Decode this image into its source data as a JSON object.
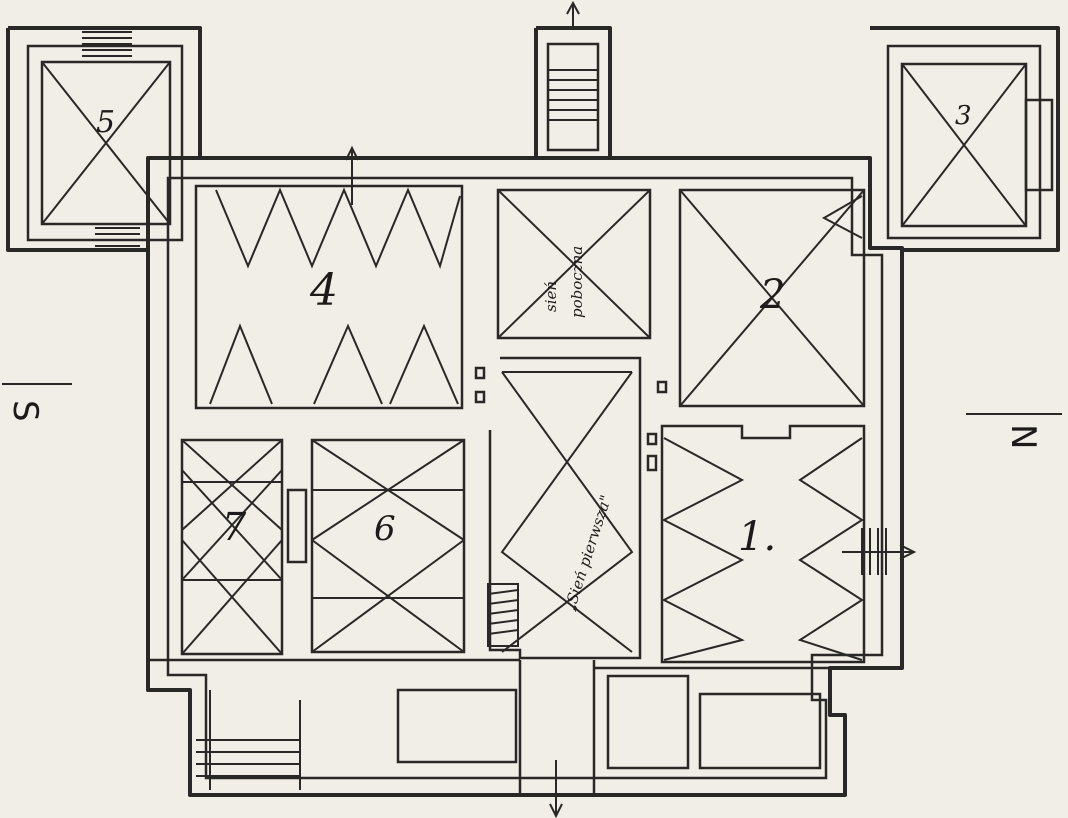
{
  "rooms": {
    "r1": "1.",
    "r2": "2",
    "r3": "3",
    "r4": "4",
    "r5": "5",
    "r6": "6",
    "r7": "7",
    "side_hall_1": "sień",
    "side_hall_2": "poboczna",
    "first_hall": "„Sień pierwsza\""
  },
  "compass": {
    "south": "S",
    "north": "N"
  },
  "colors": {
    "ink": "#2a2826",
    "paper": "#f1eee7"
  }
}
